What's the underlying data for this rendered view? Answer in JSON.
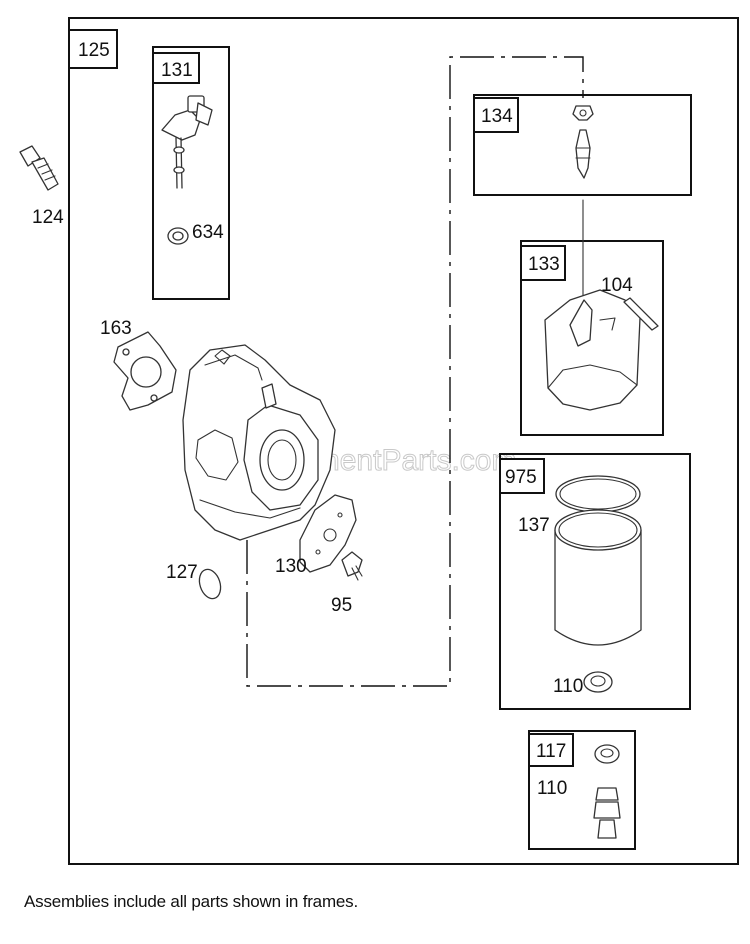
{
  "watermark": "eReplacementParts.com",
  "labels": {
    "f125": "125",
    "f131": "131",
    "f134": "134",
    "f133": "133",
    "f975": "975",
    "f117": "117",
    "p124": "124",
    "p634": "634",
    "p163": "163",
    "p104": "104",
    "p137": "137",
    "p127": "127",
    "p130": "130",
    "p95": "95",
    "p110a": "110",
    "p110b": "110"
  },
  "footnote": "Assemblies include all parts shown in frames."
}
